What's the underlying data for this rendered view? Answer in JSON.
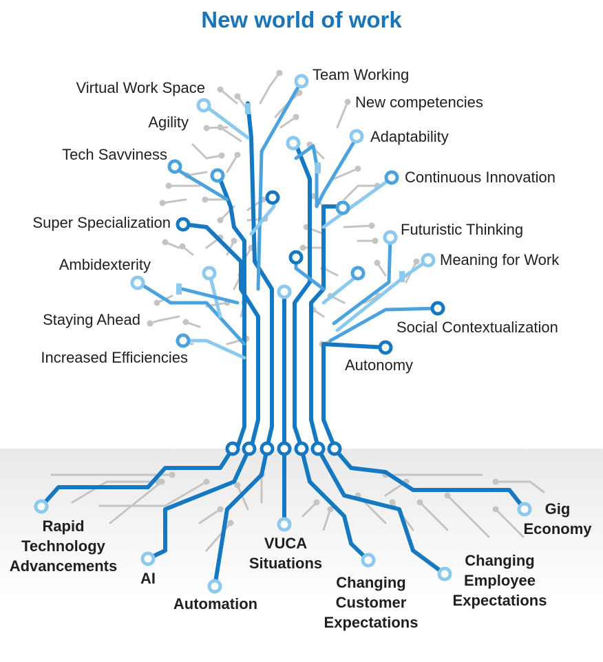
{
  "title": "New world of work",
  "colors": {
    "title": "#1a75b8",
    "trunk": "#1578c2",
    "branch_mid": "#4aa3de",
    "branch_light": "#8cc9ee",
    "grey_circuit": "#c4c4c4",
    "ground": "#e9e9ea"
  },
  "branch_labels": [
    "Team Working",
    "Virtual Work Space",
    "New competencies",
    "Agility",
    "Adaptability",
    "Tech Savviness",
    "Continuous Innovation",
    "Super Specialization",
    "Futuristic Thinking",
    "Ambidexterity",
    "Meaning for Work",
    "Staying Ahead",
    "Social Contextualization",
    "Increased Efficiencies",
    "Autonomy"
  ],
  "root_labels": [
    [
      "Rapid",
      "Technology",
      "Advancements"
    ],
    [
      "AI"
    ],
    [
      "Automation"
    ],
    [
      "VUCA",
      "Situations"
    ],
    [
      "Changing",
      "Customer",
      "Expectations"
    ],
    [
      "Changing",
      "Employee",
      "Expectations"
    ],
    [
      "Gig",
      "Economy"
    ]
  ]
}
